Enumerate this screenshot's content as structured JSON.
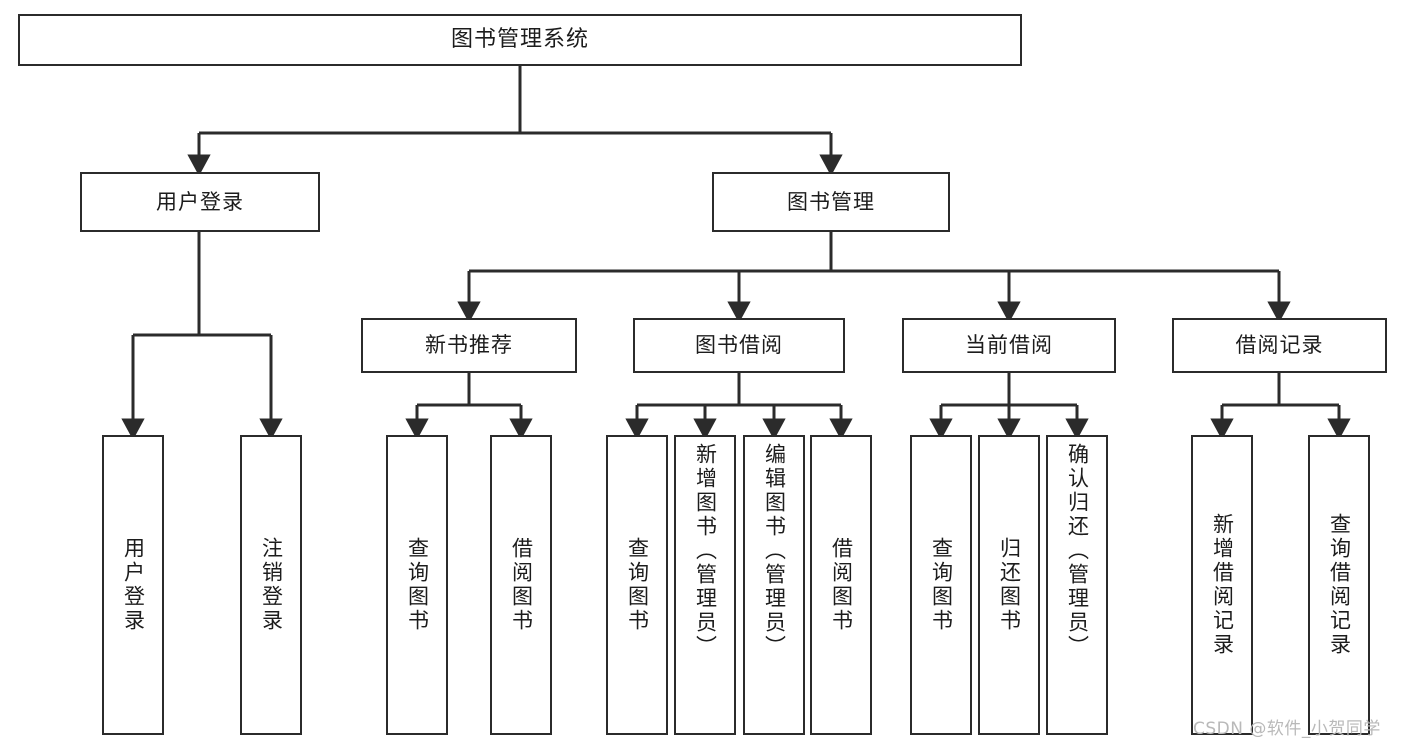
{
  "diagram": {
    "title": "图书管理系统",
    "watermark": "CSDN @软件_小贺同学",
    "root": {
      "label": "图书管理系统"
    },
    "level2": [
      {
        "label": "用户登录"
      },
      {
        "label": "图书管理"
      }
    ],
    "level3": [
      {
        "label": "新书推荐"
      },
      {
        "label": "图书借阅"
      },
      {
        "label": "当前借阅"
      },
      {
        "label": "借阅记录"
      }
    ],
    "leaves": {
      "user_login": [
        {
          "label": "用户登录"
        },
        {
          "label": "注销登录"
        }
      ],
      "new_book_recommend": [
        {
          "label": "查询图书"
        },
        {
          "label": "借阅图书"
        }
      ],
      "book_borrow": [
        {
          "label": "查询图书"
        },
        {
          "label": "新增图书（管理员）"
        },
        {
          "label": "编辑图书（管理员）"
        },
        {
          "label": "借阅图书"
        }
      ],
      "current_borrow": [
        {
          "label": "查询图书"
        },
        {
          "label": "归还图书"
        },
        {
          "label": "确认归还（管理员）"
        }
      ],
      "borrow_record": [
        {
          "label": "新增借阅记录"
        },
        {
          "label": "查询借阅记录"
        }
      ]
    },
    "colors": {
      "stroke": "#2b2b2b",
      "background": "#ffffff",
      "text": "#1c1c1c",
      "watermark": "#b9b9b9"
    }
  }
}
